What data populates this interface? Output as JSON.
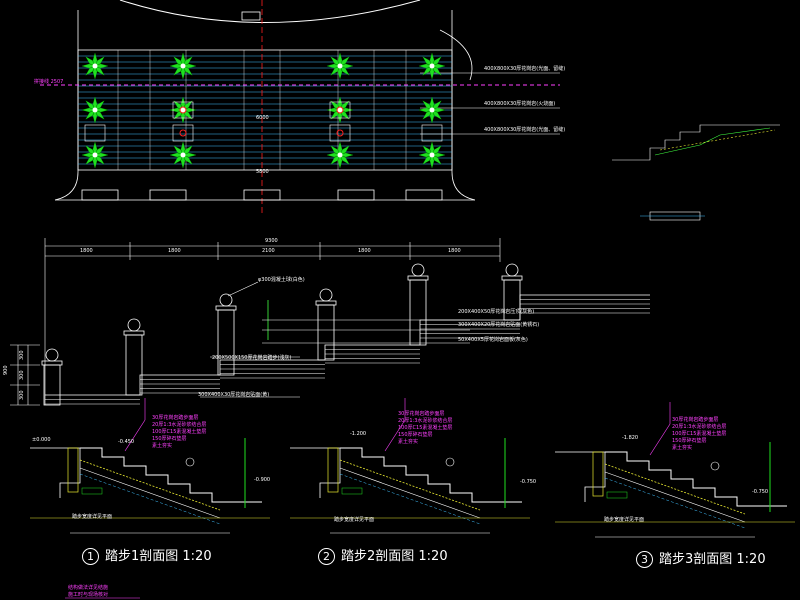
{
  "plan": {
    "notes": [
      "400X800X30厚花岗岩(光面、留缝)",
      "400X800X30厚花岗岩(火烧面)",
      "400X800X30厚花岗岩(光面、留缝)"
    ],
    "axis_label": "拼接线 2507",
    "center_labels": [
      "6000",
      "5800"
    ]
  },
  "elevation": {
    "dims_top": [
      "1800",
      "1800",
      "2100",
      "1800",
      "1800"
    ],
    "dim_total": "9300",
    "callouts": [
      "φ300混凝土球(白色)",
      "200X400X50厚花岗岩压顶(灰色)",
      "300X400X20厚花岗岩贴面(黄锈石)",
      "50X400X5厚花岗岩面板(灰色)",
      "200X500X150厚花岗岩踏步(浅灰)",
      "300X400X30厚花岗岩贴面(黄)"
    ],
    "height_dims": [
      "300",
      "300",
      "300"
    ],
    "height_total": "900"
  },
  "sections": [
    {
      "number": "1",
      "title": "踏步1剖面图 1:20",
      "notes": [
        "30厚花岗岩踏步面层",
        "20厚1:3水泥砂浆结合层",
        "100厚C15素混凝土垫层",
        "150厚碎石垫层",
        "素土夯实"
      ],
      "levels": [
        "±0.000",
        "-0.450",
        "-0.900"
      ],
      "bottom_label": "踏步宽度详见平面"
    },
    {
      "number": "2",
      "title": "踏步2剖面图 1:20",
      "notes": [
        "30厚花岗岩踏步面层",
        "20厚1:3水泥砂浆结合层",
        "100厚C15素混凝土垫层",
        "150厚碎石垫层",
        "素土夯实"
      ],
      "levels": [
        "-1.200",
        "-0.750"
      ],
      "bottom_label": "踏步宽度详见平面"
    },
    {
      "number": "3",
      "title": "踏步3剖面图 1:20",
      "notes": [
        "30厚花岗岩踏步面层",
        "20厚1:3水泥砂浆结合层",
        "100厚C15素混凝土垫层",
        "150厚碎石垫层",
        "素土夯实"
      ],
      "levels": [
        "-1.820",
        "-0.750"
      ],
      "bottom_label": "踏步宽度详见平面"
    }
  ],
  "footer_notes": [
    "结构做法详见结施",
    "施工时与现场核对"
  ],
  "colors": {
    "background": "#000000",
    "line_white": "#ffffff",
    "line_magenta": "#ff40ff",
    "line_yellow": "#e8e830",
    "line_red": "#ff2020",
    "line_cyan": "#40c0ff",
    "tree_green": "#20e020"
  }
}
